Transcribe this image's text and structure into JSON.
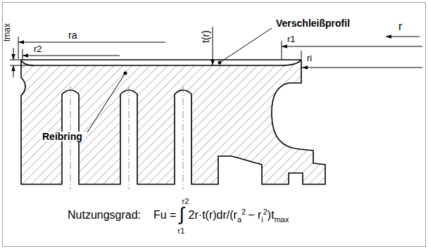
{
  "diagram": {
    "labels": [
      "tmax",
      "ra",
      "t(r)",
      "Verschleißprofil",
      "r",
      "r2",
      "r1",
      "ri",
      "Reibring",
      "Nutzungsgrad:",
      "Fu =",
      "∫",
      "r2",
      "r1",
      "2r·t(r)dr/(r",
      "a",
      "2",
      "− r",
      "i",
      "2",
      ")t",
      "max"
    ]
  }
}
